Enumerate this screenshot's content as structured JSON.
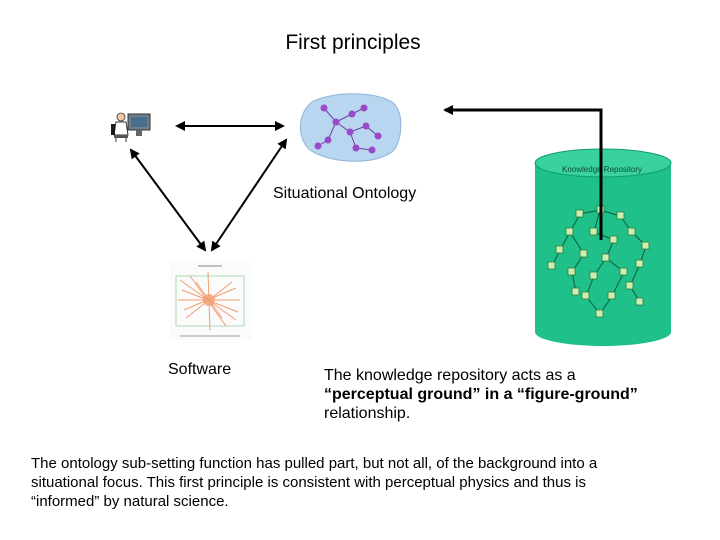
{
  "title": "First principles",
  "labels": {
    "ontology": "Situational Ontology",
    "software": "Software",
    "repository_label": "Knowledge Repository"
  },
  "caption": {
    "line1": "The knowledge repository acts as a",
    "line2": "“perceptual ground” in a “figure-ground”",
    "line3": "relationship."
  },
  "footer": {
    "line1": "The ontology sub-setting function has pulled part, but not all, of the background into a",
    "line2": "situational focus.  This first principle is consistent with perceptual physics and thus is",
    "line3": "“informed” by natural science."
  },
  "colors": {
    "ontology_blob": "#b9d6f0",
    "node": "#9a49c9",
    "cylinder": "#20c08a",
    "cylinder_dark": "#0f9d6b",
    "repo_node": "#c9f0b0",
    "arrow": "#000000"
  },
  "icons": {
    "person": "person-at-computer-icon",
    "software": "software-network-thumbnail"
  }
}
